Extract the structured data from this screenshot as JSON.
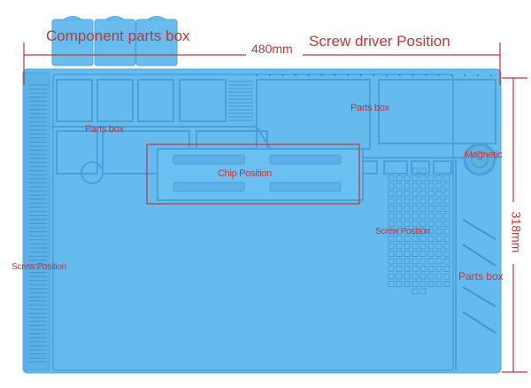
{
  "labels": {
    "component_parts_box": "Component parts box",
    "width_dimension": "480mm",
    "screwdriver_position": "Screw driver Position",
    "parts_box_top_right": "Parts box",
    "parts_box_top_left": "Parts box",
    "chip_position": "Chip Position",
    "magnetic": "Magnetic",
    "screw_position_grid": "Screw Position",
    "screw_position_left": "Screw Position",
    "parts_box_right": "Parts box",
    "height_dimension": "318mm"
  },
  "colors": {
    "mat": "#66bbee",
    "mat_edge": "#4fa6dc",
    "annotation": "#c8323a"
  }
}
